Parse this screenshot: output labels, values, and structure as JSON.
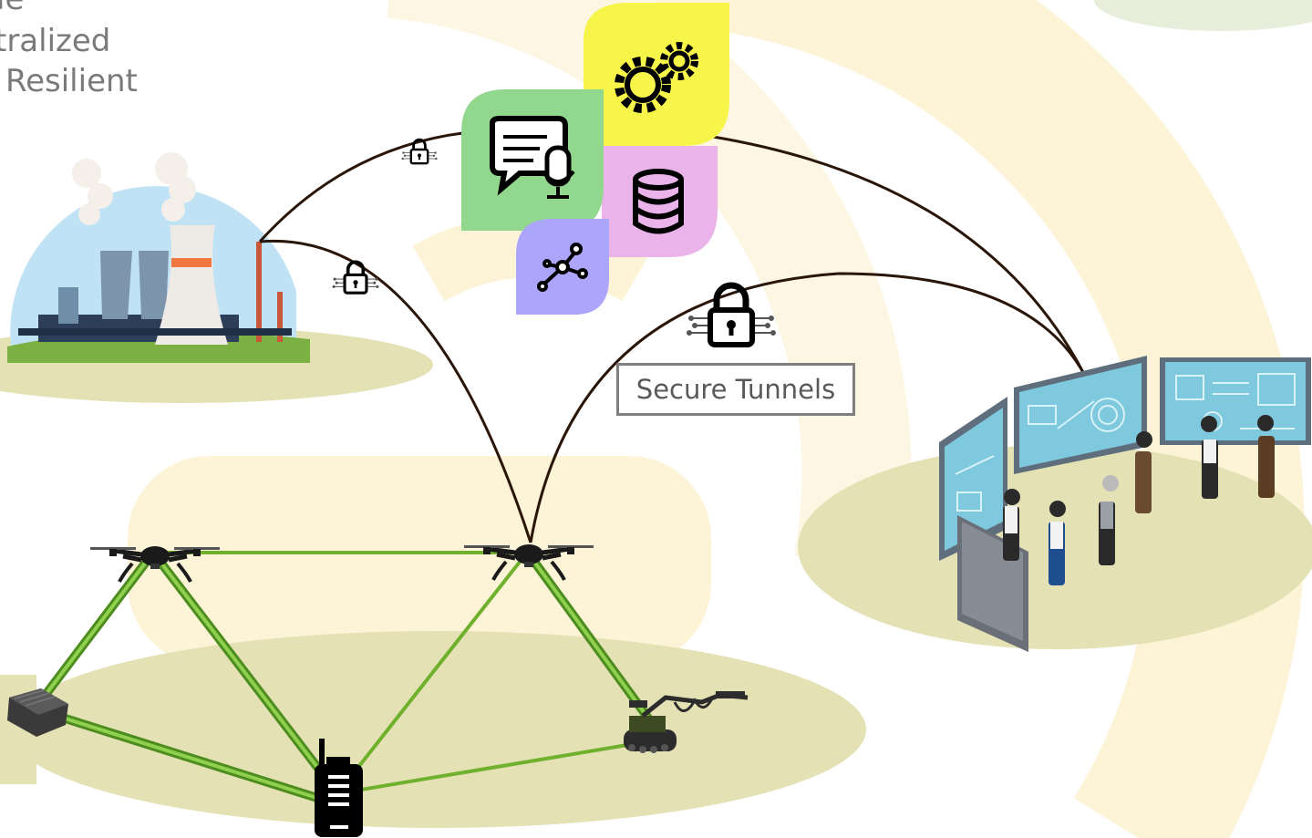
{
  "text": {
    "line_1": "le",
    "line_2": "tralized",
    "line_3": "Resilient",
    "secure_tunnels": "Secure Tunnels"
  },
  "colors": {
    "ring": "#fdf3d6",
    "ground": "#e4e1b4",
    "mesh_green": "#6fb02c",
    "tunnel_line": "#2a1608",
    "tile_yellow": "#f7f44a",
    "tile_green": "#92d78e",
    "tile_pink": "#eab4ea",
    "tile_purple": "#aba6fb",
    "screen_blue": "#7ec9dd"
  },
  "icons": {
    "tiles": [
      "chat-mic-icon",
      "gears-icon",
      "database-icon",
      "network-nodes-icon"
    ],
    "locks": [
      "padlock-icon",
      "padlock-icon",
      "padlock-icon"
    ],
    "devices": [
      "drone-icon",
      "drone-icon",
      "edge-box-icon",
      "radio-icon",
      "ground-robot-icon"
    ]
  }
}
